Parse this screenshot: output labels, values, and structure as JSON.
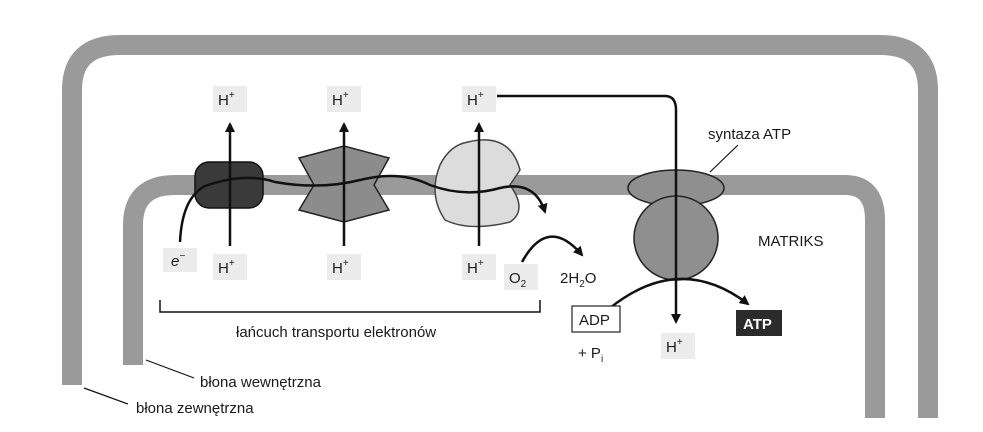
{
  "labels": {
    "h_plus": "H",
    "plus_sup": "+",
    "electron": "e",
    "minus_sup": "−",
    "o2_main": "O",
    "o2_sub": "2",
    "water_pre": "2H",
    "water_sub": "2",
    "water_post": "O",
    "adp": "ADP",
    "atp": "ATP",
    "pi_pre": "+ P",
    "pi_sub": "i",
    "synthase": "syntaza ATP",
    "matrix": "MATRIKS",
    "chain": "łańcuch transportu elektronów",
    "inner_membrane": "błona wewnętrzna",
    "outer_membrane": "błona zewnętrzna"
  },
  "colors": {
    "membrane": "#9a9a9a",
    "complex_dark": "#3a3a3a",
    "complex_mid": "#8c8c8c",
    "complex_light": "#dcdcdc",
    "synthase": "#8f8f8f",
    "label_box": "#ececec",
    "atp_box": "#2b2b2b"
  }
}
